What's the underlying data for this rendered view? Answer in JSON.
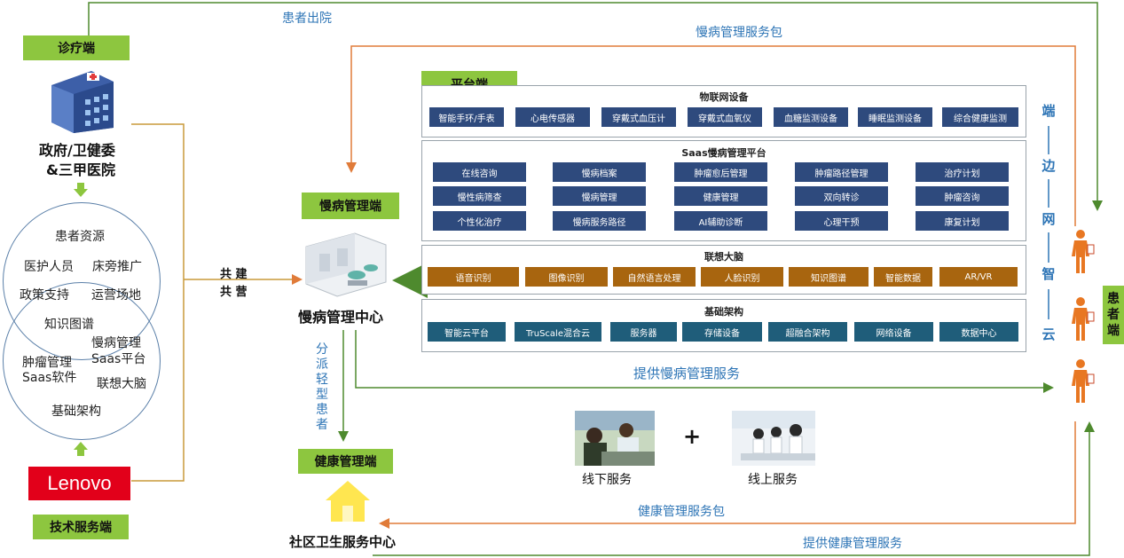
{
  "left": {
    "clinic_tag": "诊疗端",
    "gov_line1": "政府/卫健委",
    "gov_line2": "&三甲医院",
    "venn": [
      "患者资源",
      "医护人员",
      "床旁推广",
      "政策支持",
      "运营场地",
      "知识图谱",
      "慢病管理",
      "Saas平台",
      "肿瘤管理",
      "Saas软件",
      "联想大脑",
      "基础架构"
    ],
    "lenovo": "Lenovo",
    "tech_tag": "技术服务端"
  },
  "arrows": {
    "discharge": "患者出院",
    "chronic_pkg": "慢病管理服务包",
    "cobuild_1": "共 建",
    "cobuild_2": "共 营",
    "dispatch": "分派轻型患者",
    "provide_chronic": "提供慢病管理服务",
    "health_pkg": "健康管理服务包",
    "provide_health": "提供健康管理服务"
  },
  "center": {
    "chronic_tag": "慢病管理端",
    "center_name": "慢病管理中心",
    "health_tag": "健康管理端",
    "community": "社区卫生服务中心"
  },
  "platform": {
    "tag": "平台端",
    "iot": {
      "title": "物联网设备",
      "items": [
        "智能手环/手表",
        "心电传感器",
        "穿戴式血压计",
        "穿戴式血氧仪",
        "血糖监测设备",
        "睡眠监测设备",
        "综合健康监测"
      ]
    },
    "saas": {
      "title": "Saas慢病管理平台",
      "items": [
        "在线咨询",
        "慢病档案",
        "肿瘤愈后管理",
        "肿瘤路径管理",
        "治疗计划",
        "慢性病筛查",
        "慢病管理",
        "健康管理",
        "双向转诊",
        "肿瘤咨询",
        "个性化治疗",
        "慢病服务路径",
        "AI辅助诊断",
        "心理干预",
        "康复计划"
      ]
    },
    "brain": {
      "title": "联想大脑",
      "items": [
        "语音识别",
        "图像识别",
        "自然语言处理",
        "人脸识别",
        "知识图谱",
        "智能数据",
        "AR/VR"
      ]
    },
    "infra": {
      "title": "基础架构",
      "items": [
        "智能云平台",
        "TruScale混合云",
        "服务器",
        "存储设备",
        "超融合架构",
        "网络设备",
        "数据中心"
      ]
    }
  },
  "edge": "端边网智云",
  "patient_tag": "患者端",
  "services": {
    "offline": "线下服务",
    "plus": "+",
    "online": "线上服务"
  },
  "colors": {
    "green": "#8dc63f",
    "navy": "#2e4a7d",
    "orange": "#a8650f",
    "teal": "#1f5d7a",
    "blue_text": "#2e75b6",
    "arrow_orange": "#e07b39",
    "arrow_green": "#4e8a2e"
  }
}
